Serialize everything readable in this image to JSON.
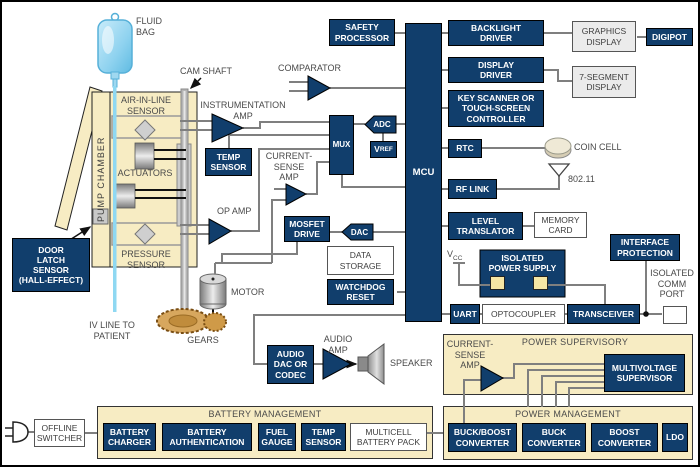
{
  "diagram": {
    "colors": {
      "navy": "#113e6c",
      "beige": "#f7ecc3",
      "wire_gray": "#7f7f7f",
      "isolation_yellow": "#f6e6a4",
      "iv_blue": "#8fd8f2"
    },
    "blocks": {
      "safety_processor": "SAFETY\nPROCESSOR",
      "mcu": "MCU",
      "backlight_driver": "BACKLIGHT\nDRIVER",
      "graphics_display": "GRAPHICS\nDISPLAY",
      "digipot": "DIGIPOT",
      "display_driver": "DISPLAY\nDRIVER",
      "seven_segment_display": "7-SEGMENT\nDISPLAY",
      "key_scanner": "KEY SCANNER OR\nTOUCH-SCREEN\nCONTROLLER",
      "rtc": "RTC",
      "rf_link": "RF LINK",
      "level_translator": "LEVEL\nTRANSLATOR",
      "memory_card": "MEMORY\nCARD",
      "mux": "MUX",
      "adc": "ADC",
      "dac": "DAC",
      "temp_sensor": "TEMP\nSENSOR",
      "mosfet_drive": "MOSFET\nDRIVE",
      "data_storage": "DATA\nSTORAGE",
      "watchdog_reset": "WATCHDOG\nRESET",
      "isolated_power_supply": "ISOLATED\nPOWER SUPPLY",
      "uart": "UART",
      "optocoupler": "OPTOCOUPLER",
      "transceiver": "TRANSCEIVER",
      "interface_protection": "INTERFACE\nPROTECTION",
      "door_latch_sensor": "DOOR\nLATCH\nSENSOR\n(HALL-EFFECT)",
      "audio_dac": "AUDIO\nDAC OR\nCODEC",
      "offline_switcher": "OFFLINE\nSWITCHER",
      "battery_charger": "BATTERY\nCHARGER",
      "battery_authentication": "BATTERY\nAUTHENTICATION",
      "fuel_gauge": "FUEL\nGAUGE",
      "temp_sensor_battery": "TEMP\nSENSOR",
      "multicell_battery_pack": "MULTICELL\nBATTERY PACK",
      "multivoltage_supervisor": "MULTIVOLTAGE\nSUPERVISOR",
      "buck_boost_converter": "BUCK/BOOST\nCONVERTER",
      "buck_converter": "BUCK\nCONVERTER",
      "boost_converter": "BOOST\nCONVERTER",
      "ldo": "LDO"
    },
    "labels": {
      "fluid_bag": "FLUID\nBAG",
      "cam_shaft": "CAM SHAFT",
      "pump_chamber": "PUMP CHAMBER",
      "air_in_line_sensor": "AIR-IN-LINE\nSENSOR",
      "actuators": "ACTUATORS",
      "pressure_sensor": "PRESSURE\nSENSOR",
      "instrumentation_amp": "INSTRUMENTATION\nAMP",
      "comparator": "COMPARATOR",
      "current_sense_amp": "CURRENT-\nSENSE\nAMP",
      "op_amp": "OP AMP",
      "motor": "MOTOR",
      "gears": "GEARS",
      "iv_line_to_patient": "IV LINE TO\nPATIENT",
      "coin_cell": "COIN CELL",
      "wifi": "802.11",
      "audio_amp": "AUDIO\nAMP",
      "speaker": "SPEAKER",
      "vcc_main": "V",
      "vcc_sub": "CC",
      "vref_main": "V",
      "vref_sub": "REF",
      "isolated_comm_port": "ISOLATED\nCOMM\nPORT",
      "current_sense_amp_right": "CURRENT-\nSENSE\nAMP"
    },
    "sections": {
      "battery_management": "BATTERY MANAGEMENT",
      "power_supervisory": "POWER SUPERVISORY",
      "power_management": "POWER MANAGEMENT"
    }
  }
}
